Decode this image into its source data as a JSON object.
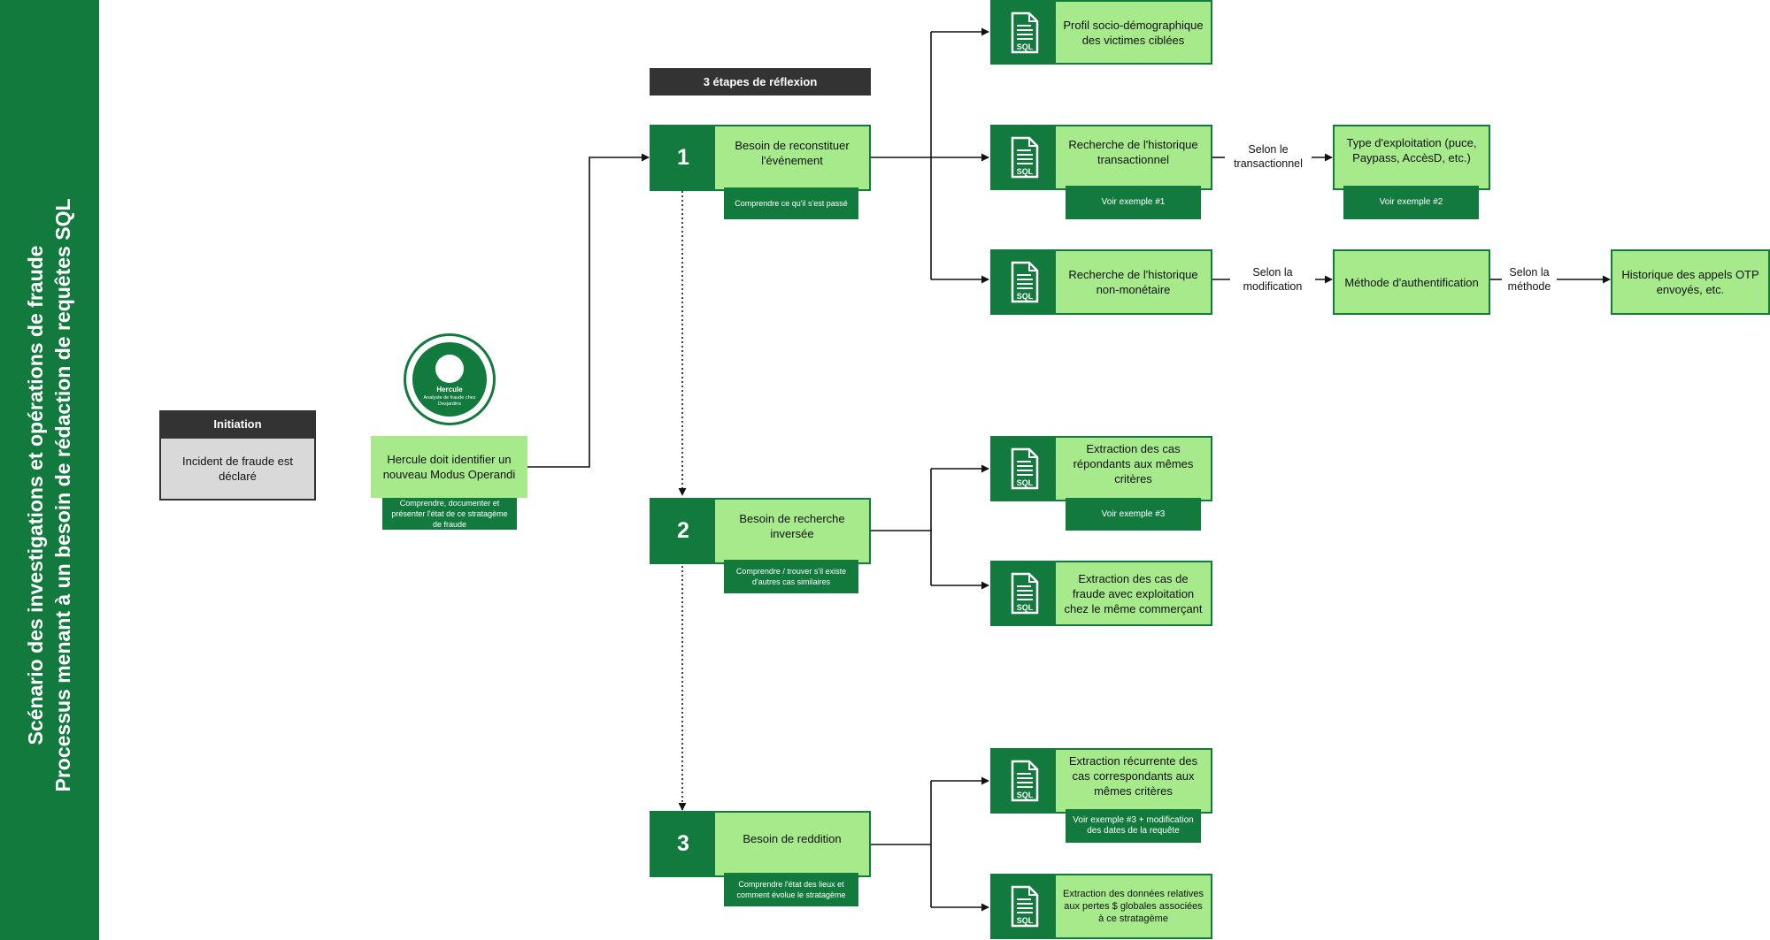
{
  "sidebar": {
    "title_line1": "Scénario des investigations et opérations de fraude",
    "title_line2": "Processus menant à un besoin de rédaction de requêtes SQL"
  },
  "initiation": {
    "header": "Initiation",
    "text": "Incident de fraude est déclaré"
  },
  "actor": {
    "name": "Hercule",
    "role": "Analyste de fraude chez Desjardins",
    "box_text": "Hercule doit identifier un nouveau Modus Operandi",
    "sub_text": "Comprendre, documenter et présenter l'état de ce stratagème de fraude"
  },
  "header_steps": "3 étapes de réflexion",
  "steps": [
    {
      "number": "1",
      "label": "Besoin de reconstituer l'événement",
      "sub": "Comprendre ce qu'il s'est passé"
    },
    {
      "number": "2",
      "label": "Besoin de recherche inversée",
      "sub": "Comprendre / trouver s'il existe d'autres cas similaires"
    },
    {
      "number": "3",
      "label": "Besoin de reddition",
      "sub": "Comprendre l'état des lieux et comment évolue le stratagème"
    }
  ],
  "sql_icon_label": "SQL",
  "sql_boxes": [
    {
      "label": "Profil socio-démographique des victimes ciblées"
    },
    {
      "label": "Recherche de l'historique transactionnel",
      "sub": "Voir exemple #1"
    },
    {
      "label": "Recherche de l'historique non-monétaire"
    },
    {
      "label": "Extraction des cas répondants aux mêmes critères",
      "sub": "Voir exemple #3"
    },
    {
      "label": "Extraction des cas de fraude avec exploitation chez le même commerçant"
    },
    {
      "label": "Extraction récurrente des cas correspondants aux mêmes critères",
      "sub": "Voir exemple #3 + modification des dates de la requête"
    },
    {
      "label": "Extraction des données relatives aux pertes $ globales associées à ce stratagème"
    }
  ],
  "plain_boxes": [
    {
      "label": "Type d'exploitation (puce, Paypass, AccèsD, etc.)",
      "sub": "Voir exemple #2"
    },
    {
      "label": "Méthode d'authentification"
    },
    {
      "label": "Historique des appels OTP envoyés, etc."
    }
  ],
  "edge_labels": {
    "transactionnel": "Selon le transactionnel",
    "modification": "Selon la modification",
    "methode": "Selon la méthode"
  },
  "colors": {
    "dark_green": "#137a3e",
    "light_green": "#a6ea8c",
    "dark_grey": "#333333",
    "light_grey": "#d9d9d9"
  },
  "icons": [
    "sql-document-icon",
    "user-avatar-icon"
  ]
}
